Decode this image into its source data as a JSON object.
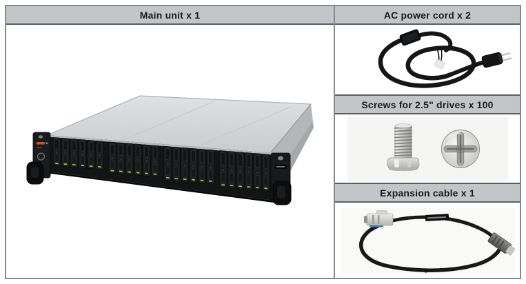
{
  "table": {
    "left_column": {
      "header": "Main unit x 1",
      "image": "synology-2u-24-bay-flash-station-photo"
    },
    "right_column": {
      "sections": [
        {
          "header": "AC power cord x 2",
          "image": "ac-power-cord-photo"
        },
        {
          "header": "Screws for 2.5\" drives x 100",
          "image": "drive-screws-photo"
        },
        {
          "header": "Expansion cable x 1",
          "image": "expansion-cable-photo"
        }
      ]
    }
  },
  "colors": {
    "header_bg": "#c3c6c9",
    "header_text": "#1a1a1a",
    "outer_border": "#85878a",
    "header_border": "#5c5e61",
    "chassis_top": "#d6d8da",
    "bezel_black": "#141415",
    "drive_led_green": "#95c83e",
    "logo_orange": "#c8571f"
  }
}
